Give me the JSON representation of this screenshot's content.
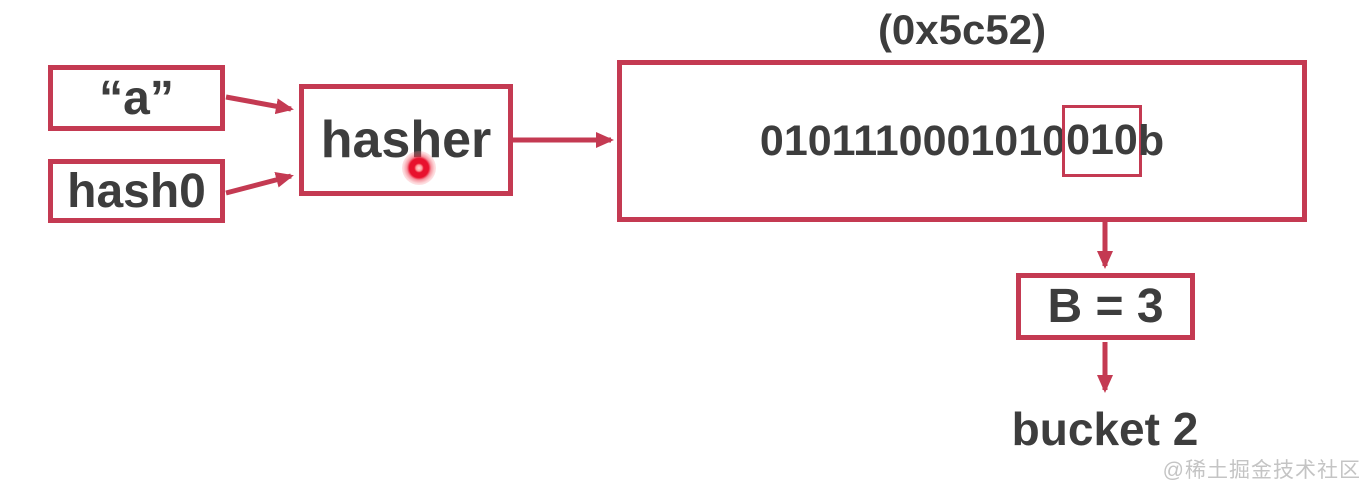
{
  "colors": {
    "accent": "#c43a52",
    "text": "#3d3d3d",
    "pointer_dot": "#e8112d",
    "watermark": "#c4c4c4"
  },
  "diagram": {
    "key_box": {
      "label": "“a”"
    },
    "seed_box": {
      "label": "hash0"
    },
    "hasher_box": {
      "label": "hasher"
    },
    "hash_hex_label": "(0x5c52)",
    "hash_value": {
      "prefix": "0101110001010",
      "low_bits": "010",
      "suffix": "b"
    },
    "b_box": {
      "label": "B = 3"
    },
    "bucket_label": "bucket 2",
    "watermark": "@稀土掘金技术社区"
  }
}
